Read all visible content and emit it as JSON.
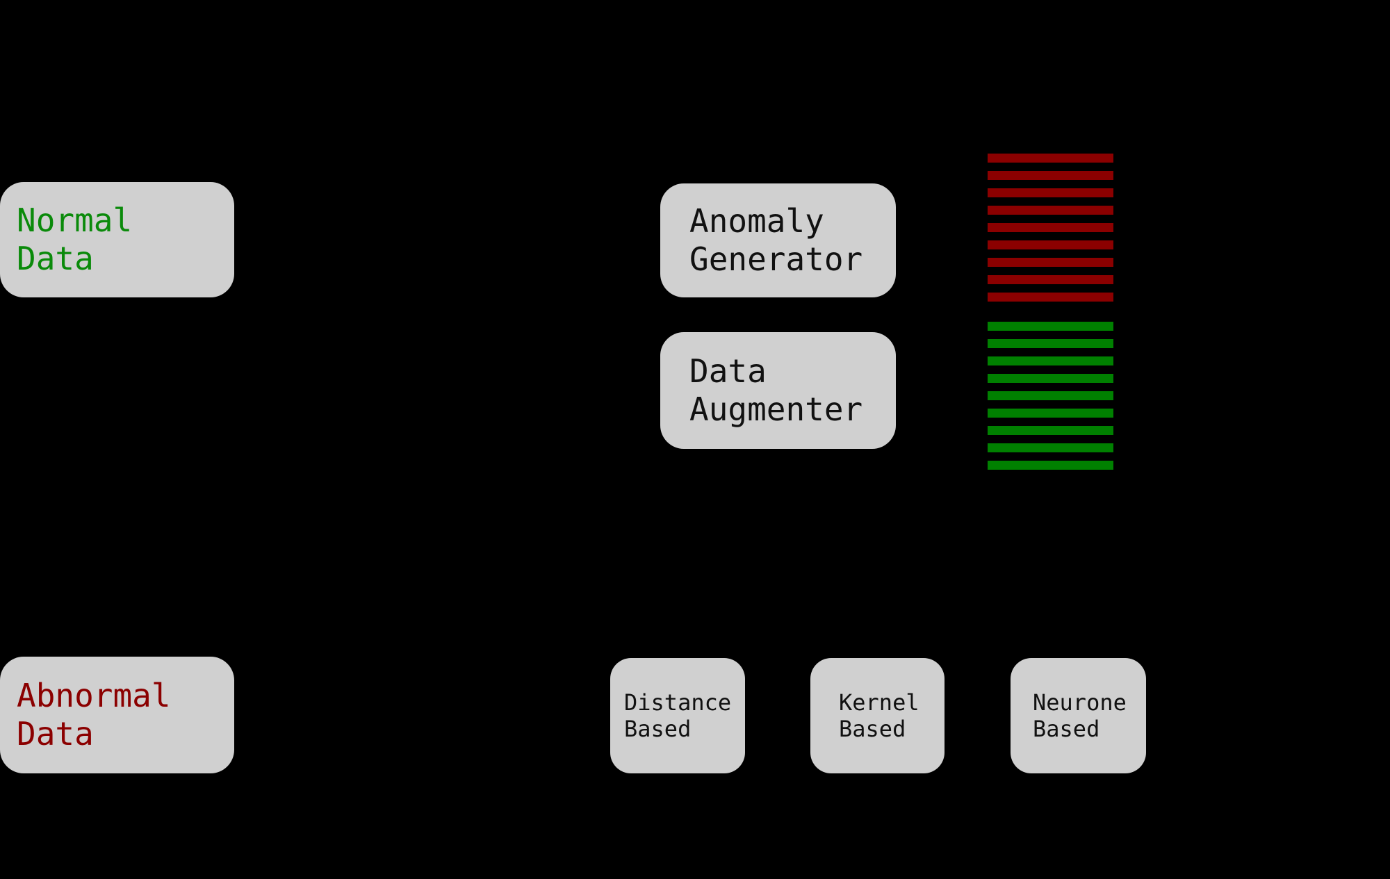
{
  "background_color": "#000000",
  "box_fill": "#d0d0d0",
  "boxes": {
    "normal_data": {
      "lines": [
        "Normal",
        "Data"
      ],
      "text_color": "#0a8a0a"
    },
    "abnormal_data": {
      "lines": [
        "Abnormal",
        "Data"
      ],
      "text_color": "#8b0000"
    },
    "anomaly_generator": {
      "lines": [
        "Anomaly",
        "Generator"
      ],
      "text_color": "#111111"
    },
    "data_augmenter": {
      "lines": [
        "Data",
        "Augmenter"
      ],
      "text_color": "#111111"
    },
    "distance_based": {
      "lines": [
        "Distance",
        "Based"
      ],
      "text_color": "#111111"
    },
    "kernel_based": {
      "lines": [
        "Kernel",
        "Based"
      ],
      "text_color": "#111111"
    },
    "neurone_based": {
      "lines": [
        "Neurone",
        "Based"
      ],
      "text_color": "#111111"
    }
  },
  "stripe_stacks": [
    {
      "name": "abnormal-data-rows",
      "color": "#8b0000",
      "count": 9
    },
    {
      "name": "normal-data-rows",
      "color": "#008000",
      "count": 9
    }
  ]
}
